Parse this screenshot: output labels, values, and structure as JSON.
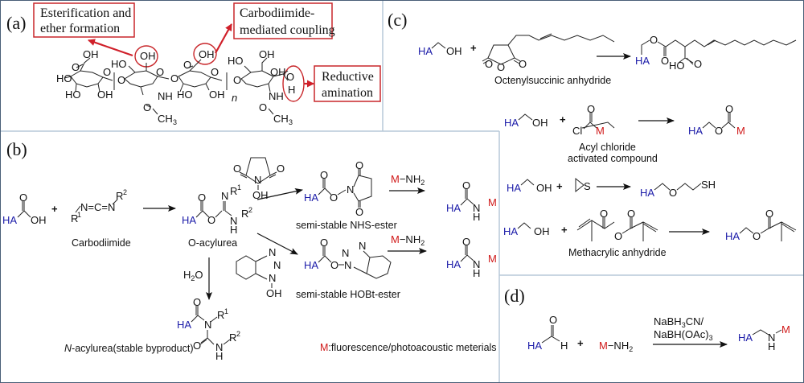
{
  "panels": {
    "a": {
      "label": "(a)",
      "callouts": [
        {
          "line1": "Esterification and",
          "line2": "ether formation"
        },
        {
          "line1": "Carbodiimide-",
          "line2": "mediated coupling"
        },
        {
          "line1": "Reductive",
          "line2": "amination"
        }
      ],
      "atoms": {
        "oh": "OH",
        "ho": "HO",
        "o": "O",
        "nh": "NH",
        "ch3": "CH",
        "three": "3",
        "n": "n",
        "h": "H"
      }
    },
    "b": {
      "label": "(b)",
      "ha": "HA",
      "oh": "OH",
      "plus": "+",
      "carbodiimide_formula": "N=C=N",
      "r": "R",
      "one": "1",
      "two": "2",
      "carbodiimide_caption": "Carbodiimide",
      "o_acylurea_caption": "O-acylurea",
      "water": "H",
      "water_o": "O",
      "water_sub": "2",
      "nhs_caption": "semi-stable NHS-ester",
      "hobt_caption": "semi-stable HOBt-ester",
      "n_acylurea_italic": "N",
      "n_acylurea_caption": "-acylurea(stable byproduct)",
      "reagent_m": "M",
      "reagent_nh2": "−NH",
      "reagent_sub": "2",
      "legend_m": "M",
      "legend_text": ":fluorescence/photoacoustic meterials",
      "atoms": {
        "o": "O",
        "n": "N",
        "h": "H",
        "oh": "OH"
      }
    },
    "c": {
      "label": "(c)",
      "ha": "HA",
      "oh": "OH",
      "plus": "+",
      "octenyl_caption": "Octenylsuccinic anhydride",
      "acyl_caption_1": "Acyl chloride",
      "acyl_caption_2": "activated compound",
      "cl": "Cl",
      "m": "M",
      "s": "S",
      "sh": "SH",
      "ho": "HO",
      "methacrylic_caption": "Methacrylic anhydride",
      "atoms": {
        "o": "O"
      }
    },
    "d": {
      "label": "(d)",
      "ha": "HA",
      "h": "H",
      "plus": "+",
      "m": "M",
      "nh2": "−NH",
      "sub2": "2",
      "reagent_line1": "NaBH",
      "reagent_line1_sub": "3",
      "reagent_line1_end": "CN/",
      "reagent_line2": "NaBH(OAc)",
      "reagent_line2_sub": "3",
      "n": "N"
    }
  },
  "colors": {
    "ha_blue": "#1a1aa8",
    "m_red": "#d01818",
    "callout_red": "#c8262a",
    "panel_border": "#b7c9d8",
    "frame": "#4a5f78"
  }
}
